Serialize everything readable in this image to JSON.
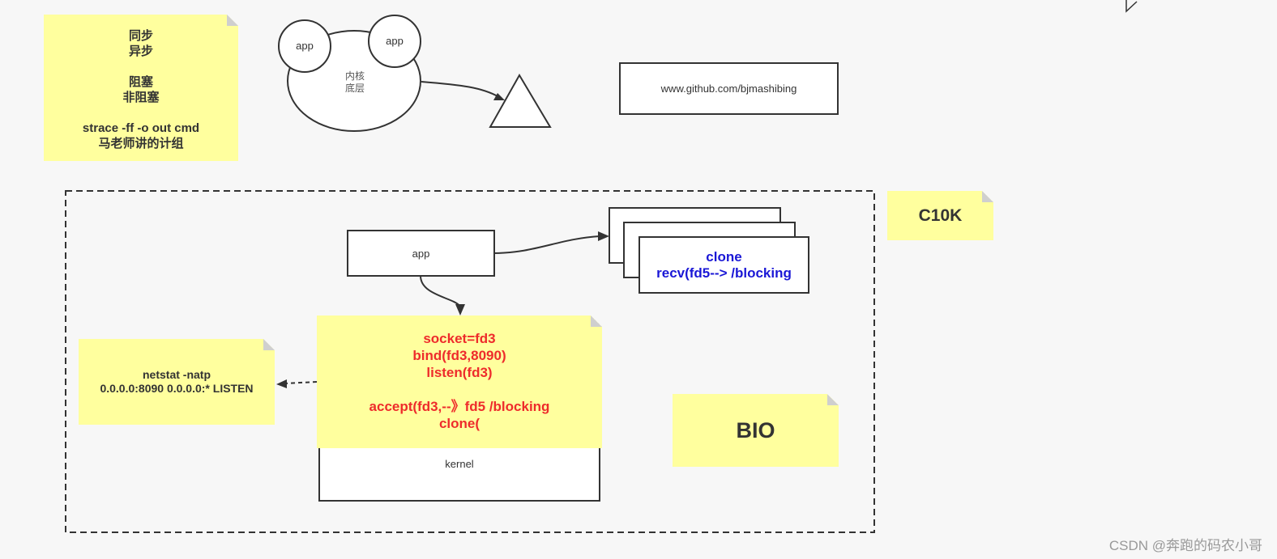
{
  "sync_note": {
    "lines": [
      "同步",
      "异步",
      "",
      "阻塞",
      "非阻塞",
      "",
      "strace  -ff -o out  cmd",
      "马老师讲的计组"
    ]
  },
  "kernel_diagram": {
    "app_left": "app",
    "app_right": "app",
    "kernel_lines": [
      "内核",
      "底层"
    ]
  },
  "github_box": {
    "text": "www.github.com/bjmashibing"
  },
  "c10k_note": {
    "text": "C10K"
  },
  "bio_note": {
    "text": "BIO"
  },
  "app_box": {
    "text": "app"
  },
  "clone_box": {
    "lines": [
      "clone",
      "recv(fd5--> /blocking"
    ]
  },
  "socket_note": {
    "lines": [
      "socket=fd3",
      "bind(fd3,8090)",
      "listen(fd3)",
      "",
      "accept(fd3,--》fd5  /blocking",
      "clone("
    ]
  },
  "kernel_box": {
    "text": "kernel"
  },
  "netstat_note": {
    "lines": [
      "netstat -natp",
      "0.0.0.0:8090  0.0.0.0:*  LISTEN"
    ]
  },
  "watermark": {
    "text": "CSDN @奔跑的码农小哥"
  }
}
